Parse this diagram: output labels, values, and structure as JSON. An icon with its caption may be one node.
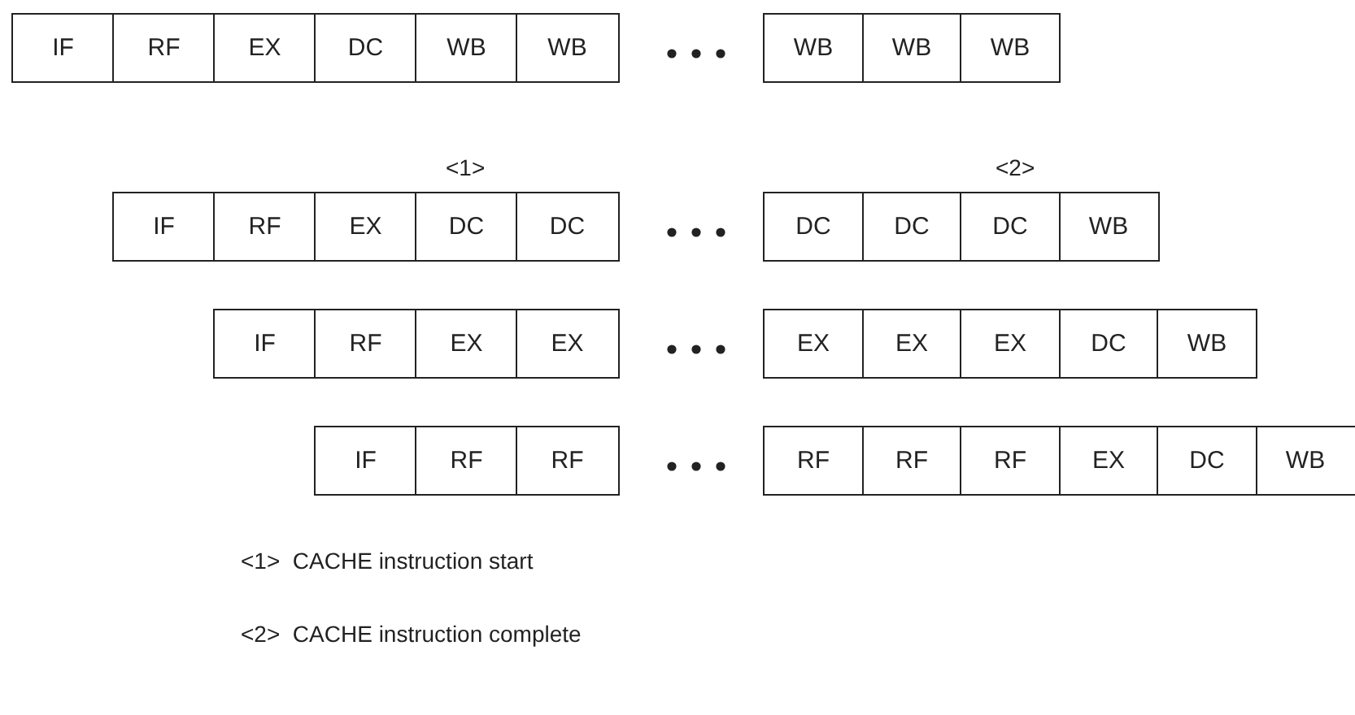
{
  "diagram": {
    "nodes": [
      {
        "text": [
          "IF"
        ]
      },
      {
        "text": [
          "RF"
        ]
      },
      {
        "text": [
          "EX"
        ]
      },
      {
        "text": [
          "DC"
        ]
      },
      {
        "text": [
          "WB"
        ]
      },
      {
        "text": [
          "WB"
        ]
      },
      {
        "text": [
          "WB"
        ]
      },
      {
        "text": [
          "WB"
        ]
      },
      {
        "text": [
          "WB"
        ]
      },
      {
        "text": [
          "IF"
        ]
      },
      {
        "text": [
          "RF"
        ]
      },
      {
        "text": [
          "EX"
        ]
      },
      {
        "text": [
          "DC"
        ]
      },
      {
        "text": [
          "DC"
        ]
      },
      {
        "text": [
          "DC"
        ]
      },
      {
        "text": [
          "DC"
        ]
      },
      {
        "text": [
          "DC"
        ]
      },
      {
        "text": [
          "WB"
        ]
      },
      {
        "text": [
          "IF"
        ]
      },
      {
        "text": [
          "RF"
        ]
      },
      {
        "text": [
          "EX"
        ]
      },
      {
        "text": [
          "EX"
        ]
      },
      {
        "text": [
          "EX"
        ]
      },
      {
        "text": [
          "EX"
        ]
      },
      {
        "text": [
          "EX"
        ]
      },
      {
        "text": [
          "DC"
        ]
      },
      {
        "text": [
          "WB"
        ]
      },
      {
        "text": [
          "IF"
        ]
      },
      {
        "text": [
          "RF"
        ]
      },
      {
        "text": [
          "RF"
        ]
      },
      {
        "text": [
          "RF"
        ]
      },
      {
        "text": [
          "RF"
        ]
      },
      {
        "text": [
          "RF"
        ]
      },
      {
        "text": [
          "EX"
        ]
      },
      {
        "text": [
          "DC"
        ]
      },
      {
        "text": [
          "WB"
        ]
      }
    ],
    "labels": [
      "<1>",
      "<2>",
      "<1>  CACHE instruction start",
      "<2>  CACHE instruction complete"
    ]
  }
}
